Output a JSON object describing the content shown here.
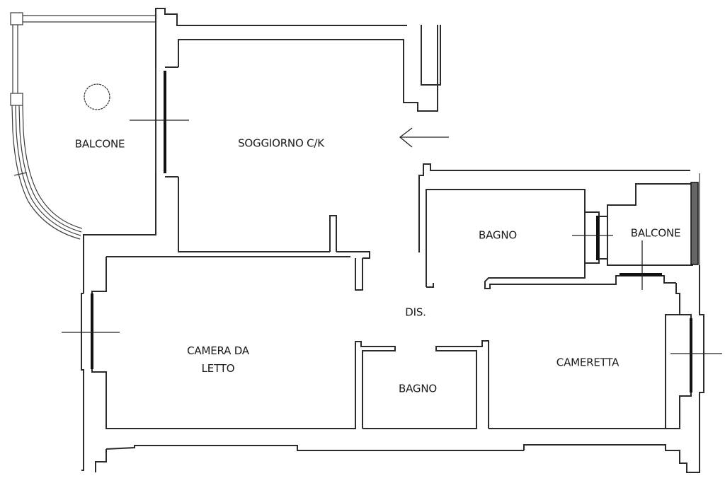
{
  "plan": {
    "rooms": [
      {
        "id": "balcone-left",
        "name": "BALCONE"
      },
      {
        "id": "soggiorno",
        "name": "SOGGIORNO C/K"
      },
      {
        "id": "bagno-upper",
        "name": "BAGNO"
      },
      {
        "id": "balcone-right",
        "name": "BALCONE"
      },
      {
        "id": "disimpegno",
        "name": "DIS."
      },
      {
        "id": "camera",
        "name_line1": "CAMERA DA",
        "name_line2": "LETTO"
      },
      {
        "id": "bagno-lower",
        "name": "BAGNO"
      },
      {
        "id": "cameretta",
        "name": "CAMERETTA"
      }
    ],
    "entrance_icon": "arrow-left-icon",
    "colors": {
      "line": "#2b2b2b",
      "background": "#ffffff"
    }
  }
}
